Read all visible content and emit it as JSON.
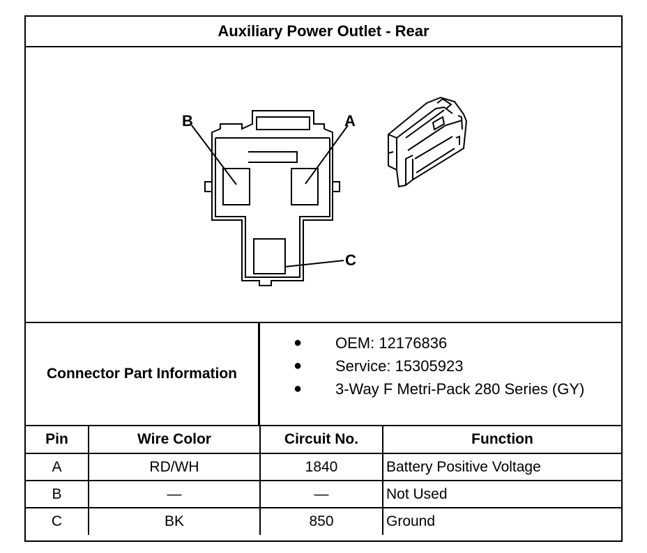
{
  "title": "Auxiliary Power Outlet - Rear",
  "diagram": {
    "pin_labels": [
      "A",
      "B",
      "C"
    ]
  },
  "connector_info": {
    "label": "Connector Part Information",
    "items": [
      "OEM: 12176836",
      "Service: 15305923",
      "3-Way F Metri-Pack 280 Series (GY)"
    ]
  },
  "pin_table": {
    "headers": [
      "Pin",
      "Wire Color",
      "Circuit No.",
      "Function"
    ],
    "rows": [
      {
        "pin": "A",
        "wire_color": "RD/WH",
        "circuit": "1840",
        "function": "Battery Positive Voltage"
      },
      {
        "pin": "B",
        "wire_color": "—",
        "circuit": "—",
        "function": "Not Used"
      },
      {
        "pin": "C",
        "wire_color": "BK",
        "circuit": "850",
        "function": "Ground"
      }
    ]
  }
}
